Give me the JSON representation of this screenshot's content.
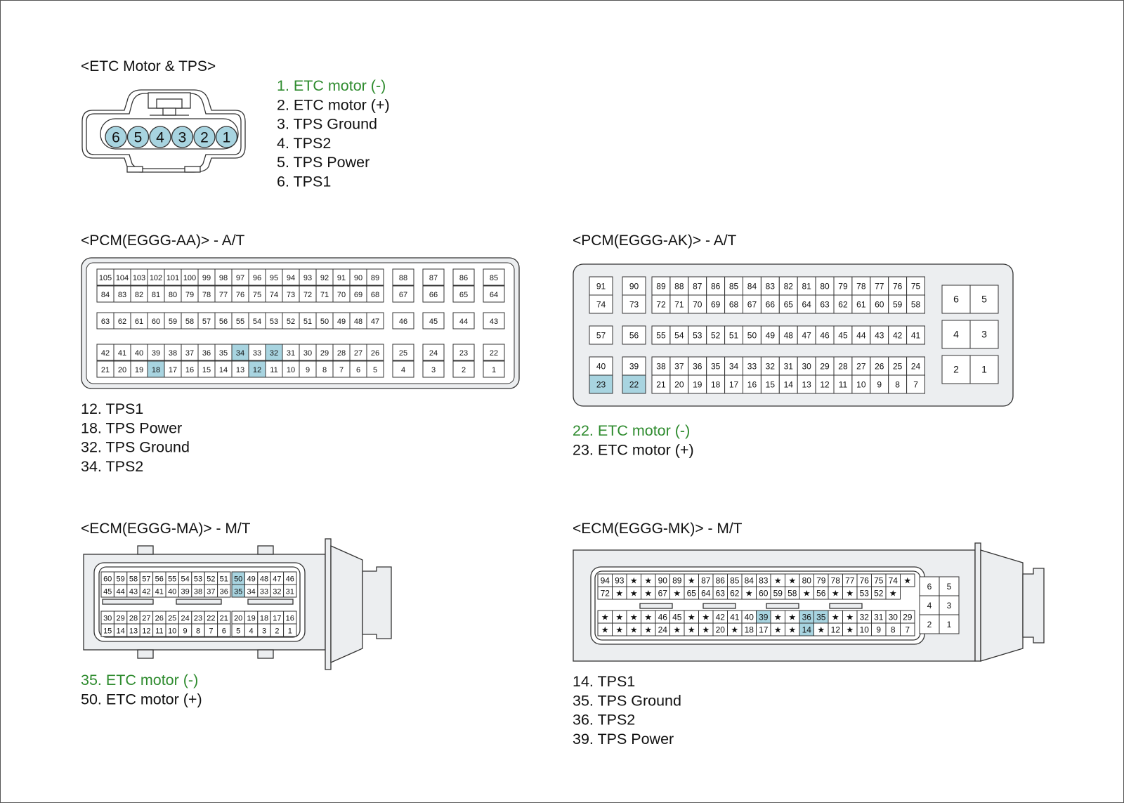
{
  "colors": {
    "highlight": "#a8d4e0",
    "green": "#2e8b2e",
    "panel": "#eceef0",
    "line": "#333333"
  },
  "etc": {
    "title": "<ETC Motor & TPS>",
    "pins": [
      "6",
      "5",
      "4",
      "3",
      "2",
      "1"
    ],
    "legend": [
      {
        "text": "1. ETC motor (-)",
        "green": true
      },
      {
        "text": "2. ETC motor (+)",
        "green": false
      },
      {
        "text": "3. TPS Ground",
        "green": false
      },
      {
        "text": "4. TPS2",
        "green": false
      },
      {
        "text": "5. TPS Power",
        "green": false
      },
      {
        "text": "6. TPS1",
        "green": false
      }
    ]
  },
  "pcm_aa": {
    "title": "<PCM(EGGG-AA)> - A/T",
    "legend": [
      {
        "text": "12. TPS1",
        "green": false
      },
      {
        "text": "18. TPS Power",
        "green": false
      },
      {
        "text": "32. TPS Ground",
        "green": false
      },
      {
        "text": "34. TPS2",
        "green": false
      }
    ],
    "highlight": [
      "12",
      "18",
      "32",
      "34"
    ],
    "rows": [
      [
        "105",
        "104",
        "103",
        "102",
        "101",
        "100",
        "99",
        "98",
        "97",
        "96",
        "95",
        "94",
        "93",
        "92",
        "91",
        "90",
        "89"
      ],
      [
        "84",
        "83",
        "82",
        "81",
        "80",
        "79",
        "78",
        "77",
        "76",
        "75",
        "74",
        "73",
        "72",
        "71",
        "70",
        "69",
        "68"
      ],
      [
        "63",
        "62",
        "61",
        "60",
        "59",
        "58",
        "57",
        "56",
        "55",
        "54",
        "53",
        "52",
        "51",
        "50",
        "49",
        "48",
        "47"
      ],
      [
        "42",
        "41",
        "40",
        "39",
        "38",
        "37",
        "36",
        "35",
        "34",
        "33",
        "32",
        "31",
        "30",
        "29",
        "28",
        "27",
        "26"
      ],
      [
        "21",
        "20",
        "19",
        "18",
        "17",
        "16",
        "15",
        "14",
        "13",
        "12",
        "11",
        "10",
        "9",
        "8",
        "7",
        "6",
        "5"
      ]
    ],
    "side_cols": [
      [
        "88",
        "67",
        "46",
        "25",
        "4"
      ],
      [
        "87",
        "66",
        "45",
        "24",
        "3"
      ],
      [
        "86",
        "65",
        "44",
        "23",
        "2"
      ],
      [
        "85",
        "64",
        "43",
        "22",
        "1"
      ]
    ]
  },
  "pcm_ak": {
    "title": "<PCM(EGGG-AK)> - A/T",
    "legend": [
      {
        "text": "22. ETC motor (-)",
        "green": true
      },
      {
        "text": "23. ETC motor (+)",
        "green": false
      }
    ],
    "highlight": [
      "22",
      "23"
    ],
    "left_cols": [
      [
        "91",
        "74",
        "57",
        "40",
        "23"
      ],
      [
        "90",
        "73",
        "56",
        "39",
        "22"
      ]
    ],
    "rows": [
      [
        "89",
        "88",
        "87",
        "86",
        "85",
        "84",
        "83",
        "82",
        "81",
        "80",
        "79",
        "78",
        "77",
        "76",
        "75"
      ],
      [
        "72",
        "71",
        "70",
        "69",
        "68",
        "67",
        "66",
        "65",
        "64",
        "63",
        "62",
        "61",
        "60",
        "59",
        "58"
      ],
      [
        "55",
        "54",
        "53",
        "52",
        "51",
        "50",
        "49",
        "48",
        "47",
        "46",
        "45",
        "44",
        "43",
        "42",
        "41"
      ],
      [
        "38",
        "37",
        "36",
        "35",
        "34",
        "33",
        "32",
        "31",
        "30",
        "29",
        "28",
        "27",
        "26",
        "25",
        "24"
      ],
      [
        "21",
        "20",
        "19",
        "18",
        "17",
        "16",
        "15",
        "14",
        "13",
        "12",
        "11",
        "10",
        "9",
        "8",
        "7"
      ]
    ],
    "right_grid": [
      [
        "6",
        "5"
      ],
      [
        "4",
        "3"
      ],
      [
        "2",
        "1"
      ]
    ]
  },
  "ecm_ma": {
    "title": "<ECM(EGGG-MA)> - M/T",
    "legend": [
      {
        "text": "35. ETC motor (-)",
        "green": true
      },
      {
        "text": "50. ETC motor (+)",
        "green": false
      }
    ],
    "highlight": [
      "35",
      "50"
    ],
    "rows": [
      [
        "60",
        "59",
        "58",
        "57",
        "56",
        "55",
        "54",
        "53",
        "52",
        "51",
        "50",
        "49",
        "48",
        "47",
        "46"
      ],
      [
        "45",
        "44",
        "43",
        "42",
        "41",
        "40",
        "39",
        "38",
        "37",
        "36",
        "35",
        "34",
        "33",
        "32",
        "31"
      ],
      [
        "30",
        "29",
        "28",
        "27",
        "26",
        "25",
        "24",
        "23",
        "22",
        "21",
        "20",
        "19",
        "18",
        "17",
        "16"
      ],
      [
        "15",
        "14",
        "13",
        "12",
        "11",
        "10",
        "9",
        "8",
        "7",
        "6",
        "5",
        "4",
        "3",
        "2",
        "1"
      ]
    ]
  },
  "ecm_mk": {
    "title": "<ECM(EGGG-MK)> - M/T",
    "legend": [
      {
        "text": "14. TPS1",
        "green": false
      },
      {
        "text": "35. TPS Ground",
        "green": false
      },
      {
        "text": "36. TPS2",
        "green": false
      },
      {
        "text": "39. TPS Power",
        "green": false
      }
    ],
    "highlight": [
      "14",
      "35",
      "36",
      "39"
    ],
    "rows": [
      [
        "94",
        "93",
        "★",
        "★",
        "90",
        "89",
        "★",
        "87",
        "86",
        "85",
        "84",
        "83",
        "★",
        "★",
        "80",
        "79",
        "78",
        "77",
        "76",
        "75",
        "74",
        "★"
      ],
      [
        "72",
        "★",
        "★",
        "★",
        "67",
        "★",
        "65",
        "64",
        "63",
        "62",
        "★",
        "60",
        "59",
        "58",
        "★",
        "56",
        "★",
        "★",
        "53",
        "52",
        "★"
      ],
      [
        "★",
        "★",
        "★",
        "★",
        "46",
        "45",
        "★",
        "★",
        "42",
        "41",
        "40",
        "39",
        "★",
        "★",
        "36",
        "35",
        "★",
        "★",
        "32",
        "31",
        "30",
        "29"
      ],
      [
        "★",
        "★",
        "★",
        "★",
        "24",
        "★",
        "★",
        "★",
        "20",
        "★",
        "18",
        "17",
        "★",
        "★",
        "14",
        "★",
        "12",
        "★",
        "10",
        "9",
        "8",
        "7"
      ]
    ],
    "right_grid": [
      [
        "6",
        "5"
      ],
      [
        "4",
        "3"
      ],
      [
        "2",
        "1"
      ]
    ]
  }
}
